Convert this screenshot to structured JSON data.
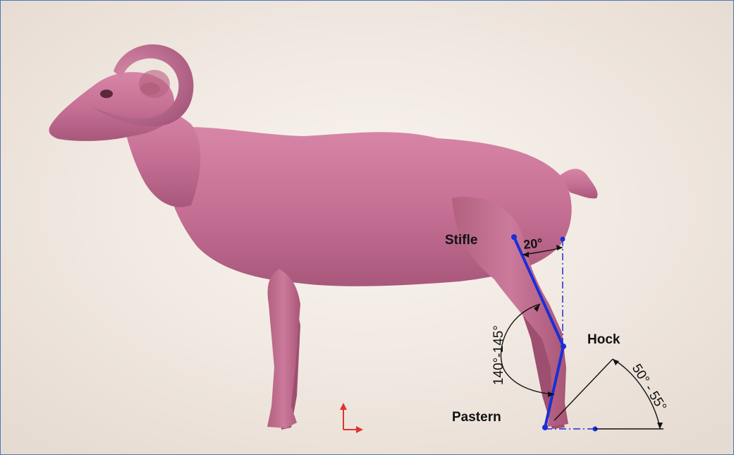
{
  "labels": {
    "stifle": "Stifle",
    "hock": "Hock",
    "pastern": "Pastern",
    "angle_stifle": "20°",
    "angle_hock": "140°-145°",
    "angle_pastern": "50° - 55°"
  },
  "icons": {
    "model": "ram-3d-model",
    "axis": "axis-triad-icon"
  },
  "colors": {
    "background": "#efe6df",
    "model": "#c46e93",
    "bone_lines": "#1a2fd6",
    "dimension": "#111111",
    "axis": "#e23232",
    "frame_border": "#4a78b8"
  }
}
